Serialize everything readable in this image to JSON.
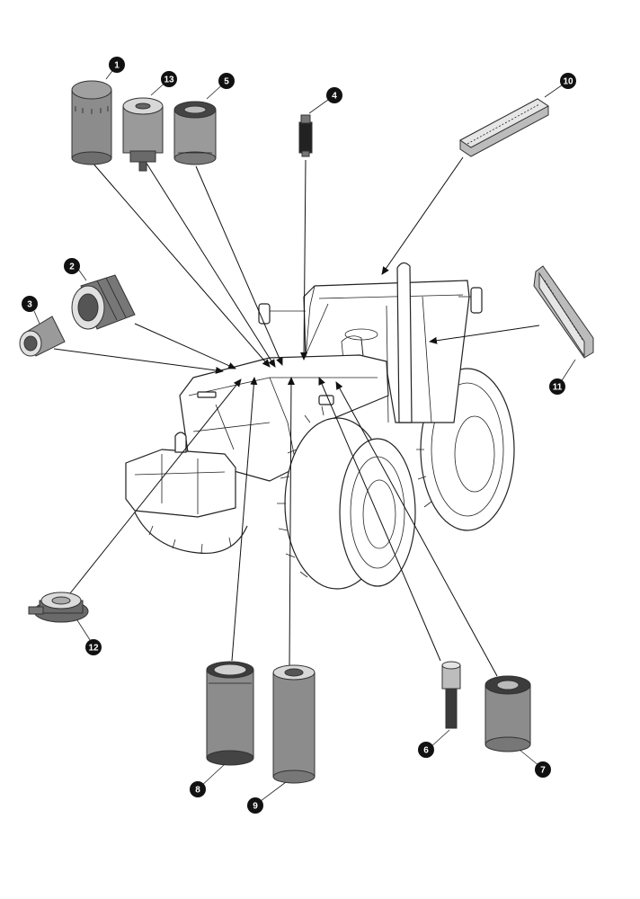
{
  "diagram": {
    "type": "exploded-parts-diagram",
    "subject": "tractor",
    "callouts": [
      {
        "key": "c1",
        "num": "1",
        "part": "canister-filter"
      },
      {
        "key": "c2",
        "num": "2",
        "part": "large-air-filter-element"
      },
      {
        "key": "c3",
        "num": "3",
        "part": "small-air-filter-element"
      },
      {
        "key": "c4",
        "num": "4",
        "part": "in-line-filter"
      },
      {
        "key": "c5",
        "num": "5",
        "part": "spin-on-filter"
      },
      {
        "key": "c6",
        "num": "6",
        "part": "suction-strainer"
      },
      {
        "key": "c7",
        "num": "7",
        "part": "spin-on-filter"
      },
      {
        "key": "c8",
        "num": "8",
        "part": "cartridge-filter"
      },
      {
        "key": "c9",
        "num": "9",
        "part": "cartridge-filter"
      },
      {
        "key": "c10",
        "num": "10",
        "part": "cab-air-panel-filter"
      },
      {
        "key": "c11",
        "num": "11",
        "part": "cab-air-panel-filter"
      },
      {
        "key": "c12",
        "num": "12",
        "part": "pre-cleaner-bowl"
      },
      {
        "key": "c13",
        "num": "13",
        "part": "fuel-filter-with-water-separator"
      }
    ],
    "colors": {
      "callout_fill": "#111111",
      "filter_body": "#8c8c8c",
      "filter_dark": "#5a5a5a",
      "line_art": "#222222",
      "background": "#ffffff"
    }
  }
}
